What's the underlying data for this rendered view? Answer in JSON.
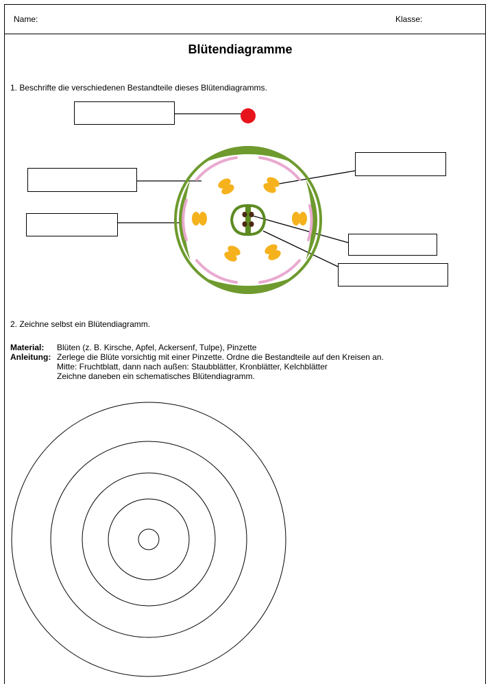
{
  "header": {
    "name_label": "Name:",
    "class_label": "Klasse:"
  },
  "title": "Blütendiagramme",
  "task1": "1. Beschrifte die verschiedenen Bestandteile dieses Blütendiagramms.",
  "task2": "2. Zeichne selbst ein Blütendiagramm.",
  "material": {
    "label": "Material:",
    "text": "Blüten (z. B. Kirsche, Apfel, Ackersenf, Tulpe), Pinzette"
  },
  "instructions": {
    "label": "Anleitung:",
    "lines": [
      "Zerlege die Blüte vorsichtig mit einer Pinzette. Ordne die Bestandteile auf den Kreisen an.",
      "Mitte: Fruchtblatt, dann nach außen: Staubblätter, Kronblätter, Kelchblätter",
      "Zeichne daneben ein schematisches Blütendiagramm."
    ]
  },
  "colors": {
    "sepal": "#6e9a2e",
    "petal": "#e9a9cf",
    "stamen": "#f5b21d",
    "carpel": "#5d8a22",
    "ovule": "#4a2a12",
    "axis": "#e8141c"
  }
}
